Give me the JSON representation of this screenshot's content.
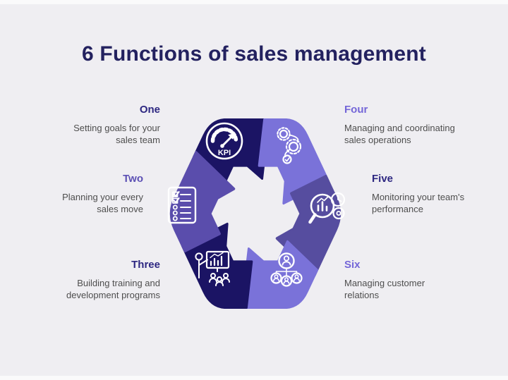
{
  "title": "6 Functions of sales management",
  "colors": {
    "background": "#efeef2",
    "edge_strip": "#fafafb",
    "title_text": "#23215f",
    "segment_dark_navy": "#1b1464",
    "segment_periwinkle": "#7a72d9",
    "segment_purple_left": "#5a4dac",
    "segment_purple_right": "#564d9f",
    "label_dark": "#2d2781",
    "label_medium_purple": "#5c50b4",
    "label_periwinkle": "#7466d8",
    "description_text": "#4e4e4e",
    "icon_stroke": "#ffffff"
  },
  "items": [
    {
      "label": "One",
      "description": "Setting goals for your sales team",
      "icon": "kpi-gauge-icon",
      "segment_position": "top-left",
      "segment_color": "#1b1464"
    },
    {
      "label": "Two",
      "description": "Planning your every sales move",
      "icon": "checklist-icon",
      "segment_position": "left",
      "segment_color": "#5a4dac"
    },
    {
      "label": "Three",
      "description": "Building training and development programs",
      "icon": "training-presentation-icon",
      "segment_position": "bottom-left",
      "segment_color": "#1b1464"
    },
    {
      "label": "Four",
      "description": "Managing and coordinating sales operations",
      "icon": "process-gears-icon",
      "segment_position": "top-right",
      "segment_color": "#7a72d9"
    },
    {
      "label": "Five",
      "description": "Monitoring your team's performance",
      "icon": "performance-magnifier-icon",
      "segment_position": "right",
      "segment_color": "#564d9f"
    },
    {
      "label": "Six",
      "description": "Managing customer relations",
      "icon": "customer-relations-icon",
      "segment_position": "bottom-right",
      "segment_color": "#7a72d9"
    }
  ],
  "diagram": {
    "type": "hexagonal-cycle-pinwheel",
    "segment_count": 6,
    "hole": "white hexagonal center with arrow notches"
  },
  "icons": {
    "kpi_label": "KPI"
  }
}
